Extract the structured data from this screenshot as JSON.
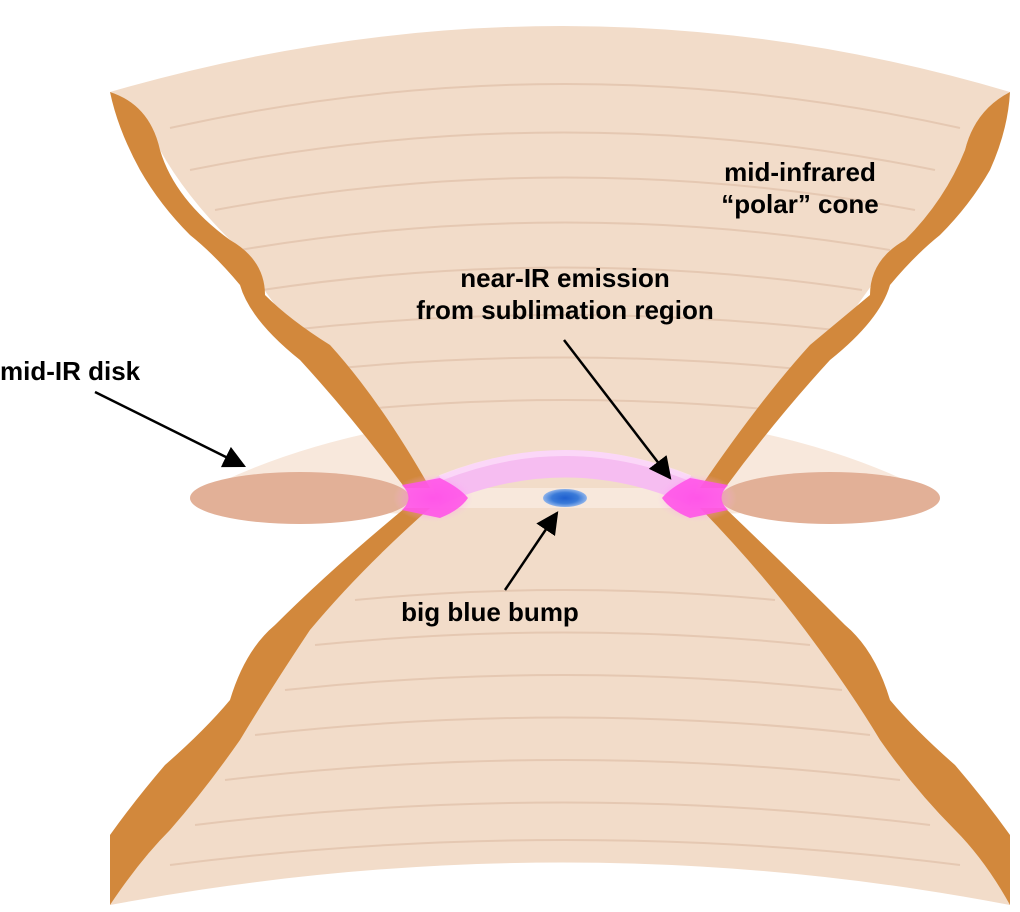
{
  "labels": {
    "polar_cone_line1": "mid-infrared",
    "polar_cone_line2": "“polar” cone",
    "near_ir_line1": "near-IR emission",
    "near_ir_line2": "from sublimation region",
    "mid_ir_disk": "mid-IR disk",
    "big_blue_bump": "big blue bump"
  },
  "colors": {
    "cone_fill": "#f2dcc9",
    "cone_edge": "#d2883c",
    "cone_streak": "#e5c8b2",
    "disk_halo": "#f8e8dc",
    "disk_fill": "#e2b097",
    "sublimation_ring": "#f6bdf1",
    "sublimation_bright": "#ff55e8",
    "blue_bump": "#3a7ad8",
    "text": "#000000"
  }
}
